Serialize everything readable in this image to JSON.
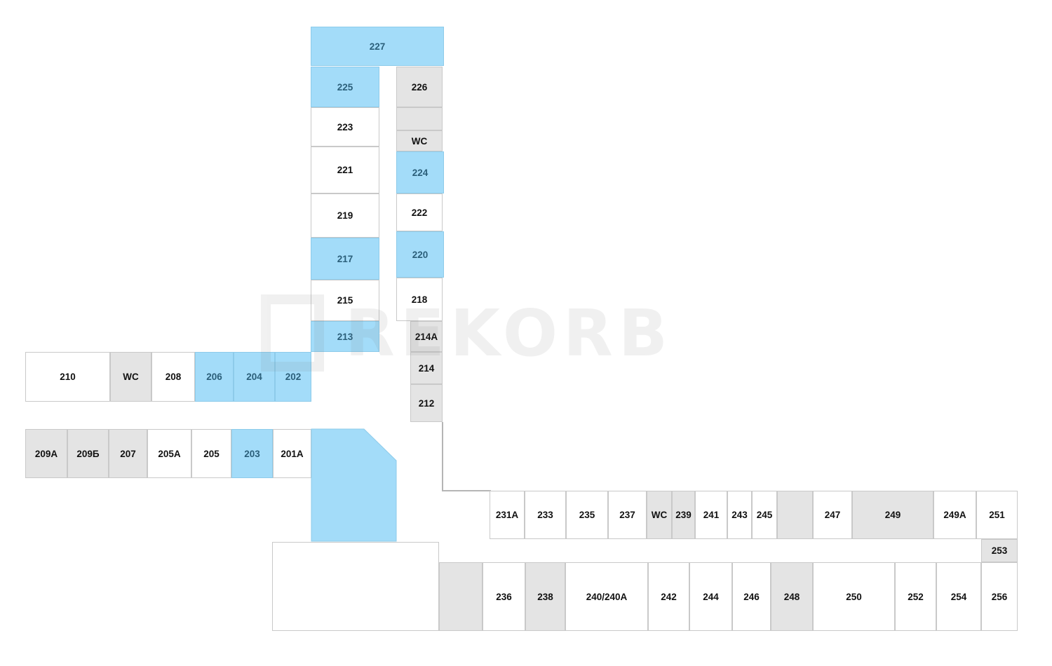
{
  "colors": {
    "available": "#a3dcf9",
    "occupied": "#e4e4e4",
    "free_white": "#ffffff",
    "border": "#c9c9c9"
  },
  "watermark": {
    "text": "REKORB"
  },
  "rooms": {
    "r227": "227",
    "r225": "225",
    "r223": "223",
    "r221": "221",
    "r219": "219",
    "r217": "217",
    "r215": "215",
    "r213": "213",
    "r226": "226",
    "r226b": "",
    "rwc1": "WC",
    "r224": "224",
    "r222": "222",
    "r220": "220",
    "r218": "218",
    "r214a": "214A",
    "r214": "214",
    "r212": "212",
    "r210": "210",
    "rwc2": "WC",
    "r208": "208",
    "r206": "206",
    "r204": "204",
    "r202": "202",
    "r209a": "209А",
    "r209b": "209Б",
    "r207": "207",
    "r205a": "205А",
    "r205": "205",
    "r203": "203",
    "r201a": "201А",
    "hall": "",
    "r231a": "231А",
    "r233": "233",
    "r235": "235",
    "r237": "237",
    "rwc3": "WC",
    "r239": "239",
    "r241": "241",
    "r243": "243",
    "r245": "245",
    "rgap": "",
    "r247": "247",
    "r249": "249",
    "r249a": "249А",
    "r251": "251",
    "r253": "253",
    "rbig": "",
    "rgrey": "",
    "r236": "236",
    "r238": "238",
    "r240": "240/240А",
    "r242": "242",
    "r244": "244",
    "r246": "246",
    "r248": "248",
    "r250": "250",
    "r252": "252",
    "r254": "254",
    "r256": "256"
  }
}
